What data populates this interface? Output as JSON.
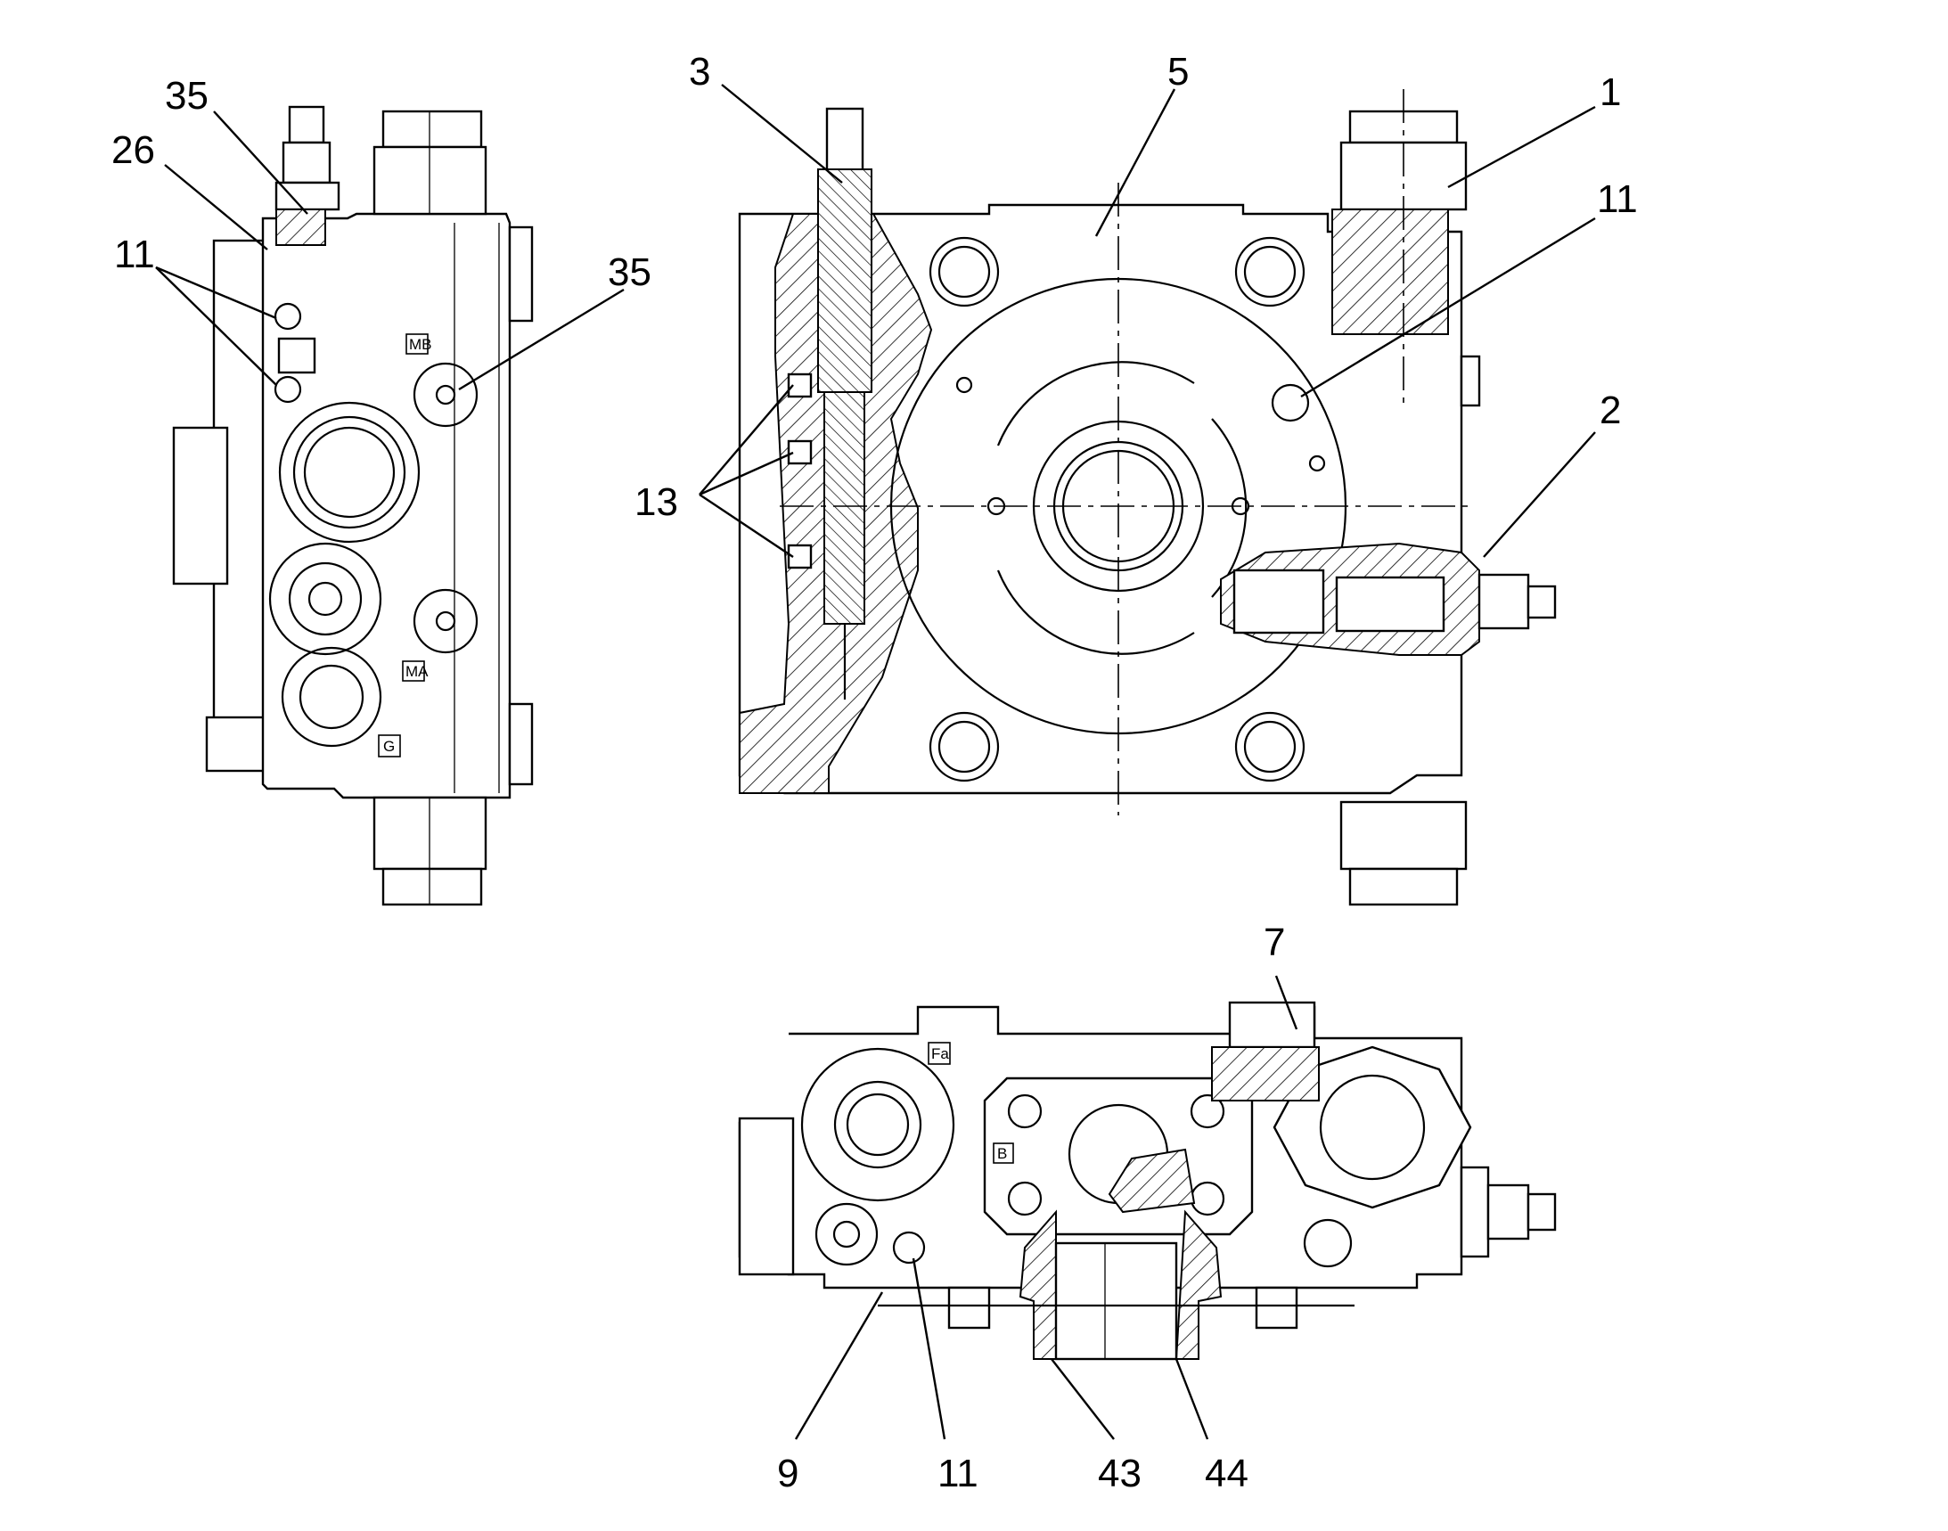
{
  "drawing": {
    "callouts": {
      "side_35_top": "35",
      "side_26": "26",
      "side_11": "11",
      "side_35_right": "35",
      "front_3": "3",
      "front_5": "5",
      "front_1": "1",
      "front_11": "11",
      "front_2": "2",
      "front_13": "13",
      "bottom_7": "7",
      "bottom_9": "9",
      "bottom_11": "11",
      "bottom_43": "43",
      "bottom_44": "44"
    },
    "port_labels": {
      "mb": "MB",
      "ma": "MA",
      "g": "G",
      "fa": "Fa",
      "b": "B"
    }
  }
}
